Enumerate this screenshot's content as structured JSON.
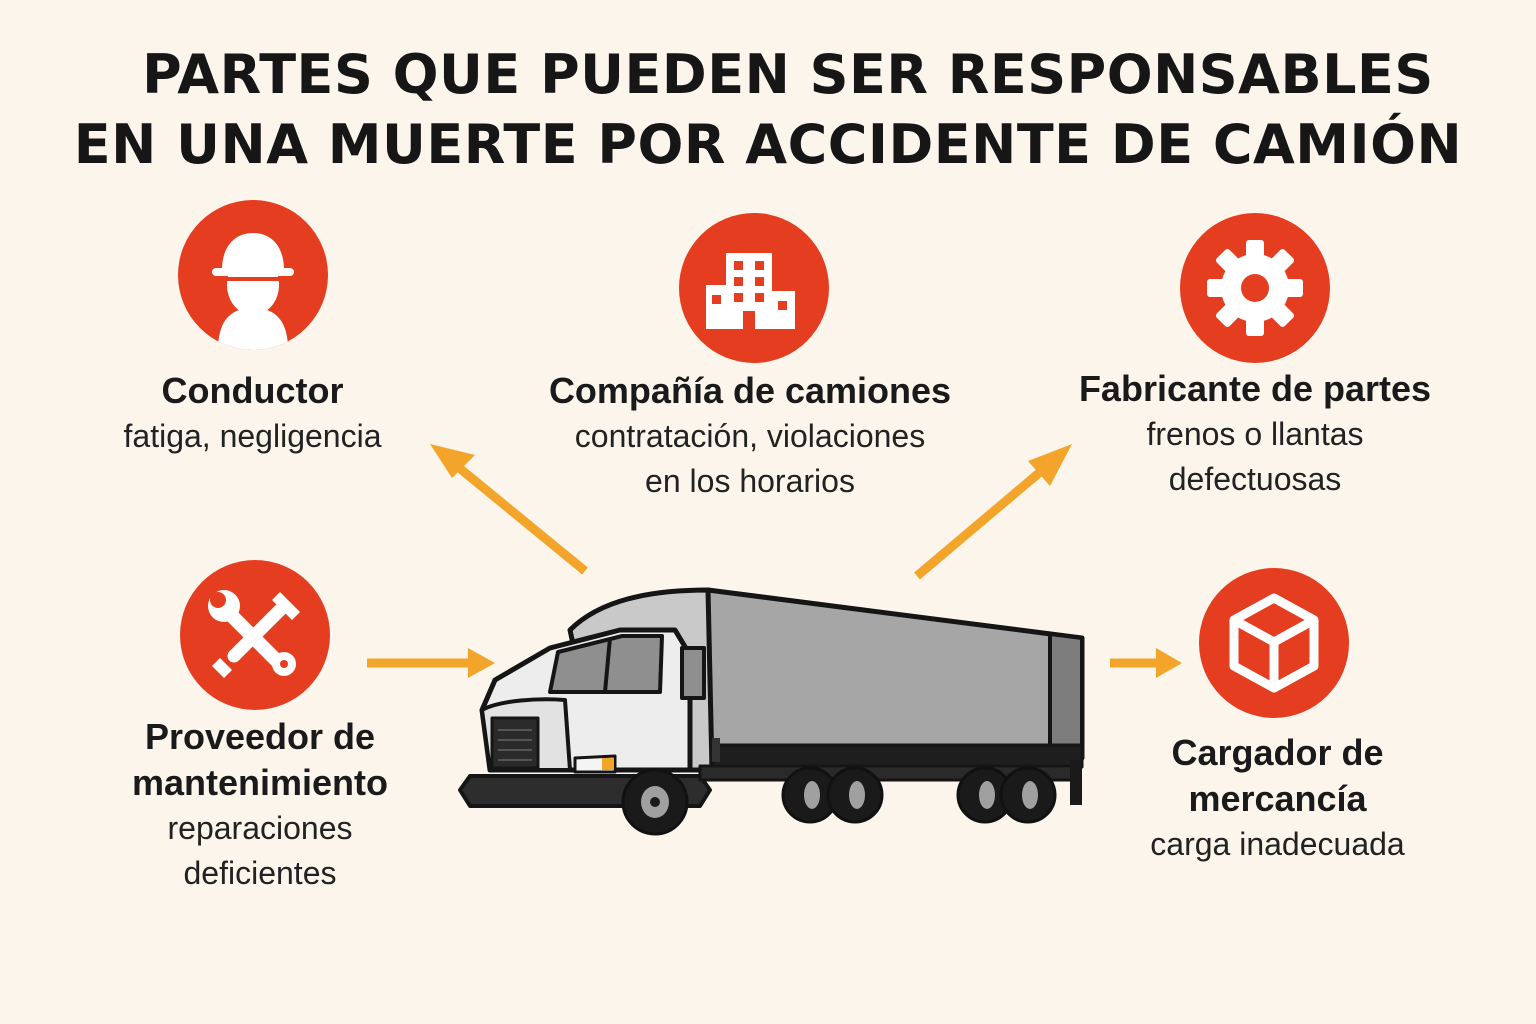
{
  "title": {
    "line1": "PARTES QUE PUEDEN SER RESPONSABLES",
    "line2": "EN UNA MUERTE POR ACCIDENTE DE CAMIÓN"
  },
  "parties": {
    "conductor": {
      "name": "Conductor",
      "desc": [
        "fatiga, negligencia"
      ],
      "icon": "driver-icon"
    },
    "company": {
      "name": "Compañía de camiones",
      "desc": [
        "contratación, violaciones",
        "en los horarios"
      ],
      "icon": "building-icon"
    },
    "manufacturer": {
      "name": "Fabricante de partes",
      "desc": [
        "frenos o llantas",
        "defectuosas"
      ],
      "icon": "gear-icon"
    },
    "maintenance": {
      "name": [
        "Proveedor de",
        "mantenimiento"
      ],
      "desc": [
        "reparaciones",
        "deficientes"
      ],
      "icon": "wrench-screwdriver-icon"
    },
    "loader": {
      "name": [
        "Cargador de",
        "mercancía"
      ],
      "desc": [
        "carga inadecuada"
      ],
      "icon": "box-icon"
    }
  },
  "colors": {
    "background": "#fbf5ec",
    "icon_circle": "#e53d20",
    "arrow": "#f2a52a",
    "text": "#1b1b1b"
  },
  "center_image": "truck-icon"
}
